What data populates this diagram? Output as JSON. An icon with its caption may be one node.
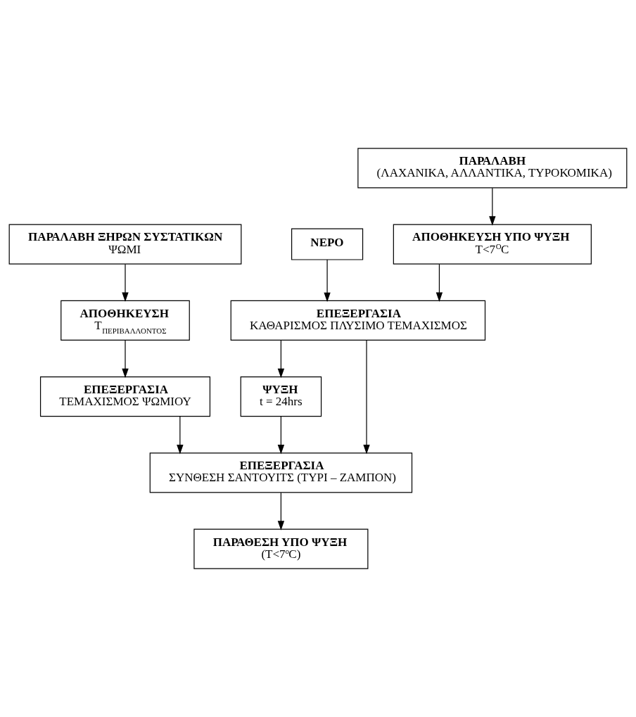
{
  "diagram": {
    "nodes": [
      {
        "text": [
          "ΠΑΡΑΛΑΒΗ ΞΗΡΩΝ ΣΥΣΤΑΤΙΚΩΝ",
          "ΨΩΜΙ"
        ]
      },
      {
        "text": [
          "ΠΑΡΑΛΑΒΗ",
          "(ΛΑΧΑΝΙΚΑ, ΑΛΛΑΝΤΙΚΑ, ΤΥΡΟΚΟΜΙΚΑ)"
        ]
      },
      {
        "text": [
          "ΝΕΡΟ"
        ]
      },
      {
        "text": [
          "ΑΠΟΘΗΚΕΥΣΗ",
          "T$_{ΠΕΡΙΒΑΛΛΟΝΤΟΣ}$"
        ]
      },
      {
        "text": [
          "ΑΠΟΘΗΚΕΥΣΗ ΥΠΟ ΨΥΞΗ",
          "T<7$^{O}$C"
        ]
      },
      {
        "text": [
          "ΕΠΕΞΕΡΓΑΣΙΑ",
          "ΤΕΜΑΧΙΣΜΟΣ ΨΩΜΙΟΥ"
        ]
      },
      {
        "text": [
          "ΕΠΕΞΕΡΓΑΣΙΑ",
          "ΚΑΘΑΡΙΣΜΟΣ ΠΛΥΣΙΜΟ ΤΕΜΑΧΙΣΜΟΣ"
        ]
      },
      {
        "text": [
          "ΨΥΞΗ",
          "t = 24hrs"
        ]
      },
      {
        "text": [
          "ΕΠΕΞΕΡΓΑΣΙΑ",
          "ΣΥΝΘΕΣΗ ΣΑΝΤΟΥΙΤΣ (ΤΥΡΙ – ΖΑΜΠΟΝ)"
        ]
      },
      {
        "text": [
          "ΠΑΡΑΘΕΣΗ ΥΠΟ ΨΥΞΗ",
          "(T<7$^{o}$C)"
        ]
      }
    ],
    "edges": [
      {
        "from": 0,
        "to": 3,
        "arrow": "to"
      },
      {
        "from": 1,
        "to": 4,
        "arrow": "to"
      },
      {
        "from": 3,
        "to": 5,
        "arrow": "to"
      },
      {
        "from": 4,
        "to": 6,
        "arrow": "to"
      },
      {
        "from": 2,
        "to": 6,
        "arrow": "to"
      },
      {
        "from": 6,
        "to": 7,
        "arrow": "to"
      },
      {
        "from": 5,
        "to": 8,
        "arrow": "to"
      },
      {
        "from": 7,
        "to": 8,
        "arrow": "to"
      },
      {
        "from": 6,
        "to": 8,
        "arrow": "to"
      },
      {
        "from": 8,
        "to": 9,
        "arrow": "to"
      }
    ]
  }
}
